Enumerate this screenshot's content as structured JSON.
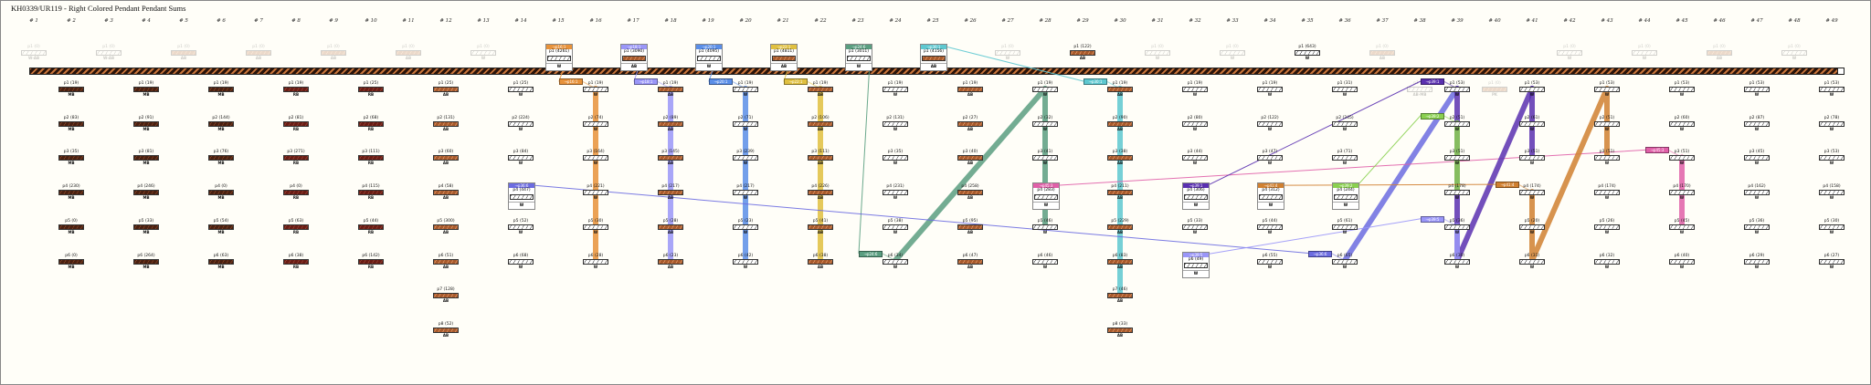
{
  "title": "KH0339/UR119 - Right Colored Pendant Pendant Sums",
  "header_prefix": "#",
  "header_count": 49,
  "colors": {
    "orange": "#e8923a",
    "lavender": "#9a96f8",
    "blue": "#5a8ee8",
    "yellow": "#e0c040",
    "green": "#5a9e80",
    "cyan": "#5ec8d0",
    "violet": "#6c6ce0",
    "pink": "#e060a8",
    "purple": "#5a30b0",
    "lime": "#8ad050",
    "brown": "#d08030"
  },
  "top_pendants": [
    {
      "col": 1,
      "label": "p1 (0)",
      "color": "W",
      "code": "W-AB",
      "faded": true
    },
    {
      "col": 3,
      "label": "p1 (0)",
      "color": "W",
      "code": "W-AB",
      "faded": true
    },
    {
      "col": 5,
      "label": "p1 (0)",
      "color": "AB",
      "code": "AB",
      "faded": true
    },
    {
      "col": 7,
      "label": "p1 (0)",
      "color": "AB",
      "code": "AB",
      "faded": true
    },
    {
      "col": 9,
      "label": "p1 (0)",
      "color": "AB",
      "code": "AB",
      "faded": true
    },
    {
      "col": 11,
      "label": "p1 (0)",
      "color": "AB",
      "code": "AB",
      "faded": true
    },
    {
      "col": 13,
      "label": "p1 (0)",
      "color": "W",
      "code": "W",
      "faded": true
    },
    {
      "col": 27,
      "label": "p1 (0)",
      "color": "W",
      "code": "W",
      "faded": true
    },
    {
      "col": 29,
      "label": "p1 (122)",
      "color": "AB",
      "code": "AB",
      "faded": false
    },
    {
      "col": 31,
      "label": "p1 (0)",
      "color": "W",
      "code": "W",
      "faded": true
    },
    {
      "col": 33,
      "label": "p1 (0)",
      "color": "W",
      "code": "W",
      "faded": true
    },
    {
      "col": 35,
      "label": "p1 (643)",
      "color": "W",
      "code": "W",
      "faded": false
    },
    {
      "col": 37,
      "label": "p1 (0)",
      "color": "AB",
      "code": "AB",
      "faded": true
    },
    {
      "col": 42,
      "label": "p1 (0)",
      "color": "W",
      "code": "W",
      "faded": true
    },
    {
      "col": 44,
      "label": "p1 (0)",
      "color": "W",
      "code": "W",
      "faded": true
    },
    {
      "col": 46,
      "label": "p1 (0)",
      "color": "AB",
      "code": "AB",
      "faded": true
    },
    {
      "col": 48,
      "label": "p1 (0)",
      "color": "W",
      "code": "W",
      "faded": true
    }
  ],
  "columns": [
    {
      "col": 2,
      "color": "MB",
      "values": [
        19,
        83,
        35,
        230,
        0,
        0
      ]
    },
    {
      "col": 4,
      "color": "MB",
      "values": [
        19,
        91,
        81,
        246,
        33,
        264
      ]
    },
    {
      "col": 6,
      "color": "MB",
      "values": [
        19,
        144,
        76,
        0,
        54,
        63
      ]
    },
    {
      "col": 8,
      "color": "RB",
      "values": [
        19,
        81,
        271,
        0,
        63,
        38
      ]
    },
    {
      "col": 10,
      "color": "RB",
      "values": [
        25,
        68,
        111,
        115,
        44,
        142
      ]
    },
    {
      "col": 12,
      "color": "AB",
      "values": [
        25,
        131,
        60,
        58,
        300,
        51,
        128,
        52
      ]
    },
    {
      "col": 14,
      "color": "W",
      "values": [
        25,
        224,
        84,
        447,
        52,
        68
      ]
    },
    {
      "col": 16,
      "color": "W",
      "values": [
        19,
        74,
        164,
        221,
        30,
        28
      ]
    },
    {
      "col": 18,
      "color": "AB",
      "values": [
        19,
        89,
        145,
        217,
        28,
        23
      ]
    },
    {
      "col": 20,
      "color": "W",
      "values": [
        19,
        71,
        239,
        217,
        23,
        42
      ]
    },
    {
      "col": 22,
      "color": "AB",
      "values": [
        19,
        106,
        111,
        226,
        41,
        38
      ]
    },
    {
      "col": 24,
      "color": "W",
      "values": [
        19,
        131,
        35,
        231,
        38,
        34
      ]
    },
    {
      "col": 26,
      "color": "AB",
      "values": [
        19,
        27,
        40,
        258,
        95,
        47
      ]
    },
    {
      "col": 28,
      "color": "W",
      "values": [
        19,
        32,
        41,
        283,
        46,
        46
      ]
    },
    {
      "col": 30,
      "color": "AB",
      "values": [
        19,
        90,
        38,
        211,
        229,
        83,
        46,
        33
      ]
    },
    {
      "col": 32,
      "color": "W",
      "values": [
        19,
        80,
        44,
        306,
        33,
        49
      ]
    },
    {
      "col": 34,
      "color": "W",
      "values": [
        19,
        122,
        47,
        312,
        44,
        55
      ]
    },
    {
      "col": 36,
      "color": "W",
      "values": [
        31,
        245,
        71,
        244,
        61,
        65
      ]
    },
    {
      "col": 39,
      "color": "W",
      "values": [
        53,
        51,
        51,
        178,
        36,
        30
      ]
    },
    {
      "col": 41,
      "color": "W",
      "values": [
        53,
        61,
        51,
        174,
        20,
        31
      ]
    },
    {
      "col": 43,
      "color": "W",
      "values": [
        53,
        51,
        51,
        174,
        26,
        32
      ]
    },
    {
      "col": 45,
      "color": "W",
      "values": [
        53,
        60,
        51,
        170,
        45,
        40
      ]
    },
    {
      "col": 47,
      "color": "W",
      "values": [
        53,
        87,
        45,
        162,
        36,
        29
      ]
    },
    {
      "col": 49,
      "color": "W",
      "values": [
        53,
        78,
        53,
        158,
        30,
        27
      ]
    }
  ],
  "faded_row_pendants": [
    {
      "col": 38,
      "row": 1,
      "label": "p1 (0)",
      "color": "W",
      "code": "AB-MB"
    },
    {
      "col": 40,
      "row": 1,
      "label": "p1 (0)",
      "color": "AB",
      "code": "PK"
    }
  ],
  "sums": [
    {
      "col": 15,
      "row": 0,
      "value": "p1 (4261)",
      "color_code": "W",
      "hue": "orange",
      "tag": "→p16:1",
      "tag_col": 16,
      "tag_row": 1,
      "bands": [
        [
          [
            16,
            1
          ],
          [
            16,
            6
          ]
        ]
      ]
    },
    {
      "col": 17,
      "row": 0,
      "value": "p1 (3090)",
      "color_code": "AB",
      "hue": "lavender",
      "tag": "→p18:1",
      "tag_col": 18,
      "tag_row": 1,
      "bands": [
        [
          [
            18,
            1
          ],
          [
            18,
            6
          ]
        ]
      ]
    },
    {
      "col": 19,
      "row": 0,
      "value": "p1 (4095)",
      "color_code": "W",
      "hue": "blue",
      "tag": "→p20:1",
      "tag_col": 20,
      "tag_row": 1,
      "bands": [
        [
          [
            20,
            1
          ],
          [
            20,
            6
          ]
        ]
      ]
    },
    {
      "col": 21,
      "row": 0,
      "value": "p1 (4811)",
      "color_code": "AB",
      "hue": "yellow",
      "tag": "→p22:1",
      "tag_col": 22,
      "tag_row": 1,
      "bands": [
        [
          [
            22,
            1
          ],
          [
            22,
            6
          ]
        ]
      ]
    },
    {
      "col": 23,
      "row": 0,
      "value": "p1 (3011)",
      "color_code": "W",
      "hue": "green",
      "tag": "→p24:6",
      "tag_col": 24,
      "tag_row": 6,
      "bands": [
        [
          [
            24,
            6
          ],
          [
            28,
            1
          ],
          [
            28,
            5
          ]
        ]
      ]
    },
    {
      "col": 25,
      "row": 0,
      "value": "p1 (4156)",
      "color_code": "AB",
      "hue": "cyan",
      "tag": "→p30:1",
      "tag_col": 30,
      "tag_row": 1,
      "bands": [
        [
          [
            30,
            1
          ],
          [
            30,
            7
          ]
        ]
      ]
    },
    {
      "col": 14,
      "row": 4,
      "value": "p4 (447)",
      "color_code": "W",
      "hue": "violet",
      "tag": "→p36:6",
      "tag_col": 36,
      "tag_row": 6,
      "bands": [
        [
          [
            36,
            6
          ],
          [
            39,
            1
          ]
        ]
      ]
    },
    {
      "col": 28,
      "row": 4,
      "value": "p4 (283)",
      "color_code": "W",
      "hue": "pink",
      "tag": "→p45:3",
      "tag_col": 45,
      "tag_row": 3,
      "bands": [
        [
          [
            45,
            3
          ],
          [
            45,
            5
          ]
        ]
      ]
    },
    {
      "col": 32,
      "row": 4,
      "value": "p4 (306)",
      "color_code": "W",
      "hue": "purple",
      "tag": "→p39:1",
      "tag_col": 39,
      "tag_row": 1,
      "bands": [
        [
          [
            39,
            1
          ],
          [
            39,
            6
          ],
          [
            41,
            1
          ]
        ],
        [
          [
            41,
            1
          ],
          [
            41,
            3
          ]
        ]
      ]
    },
    {
      "col": 32,
      "row": 6,
      "value": "p6 (49)",
      "color_code": "W",
      "hue": "lavender",
      "tag": "→p39:5",
      "tag_col": 39,
      "tag_row": 5,
      "bands": [
        [
          [
            39,
            5
          ],
          [
            39,
            6
          ]
        ]
      ]
    },
    {
      "col": 36,
      "row": 4,
      "value": "p4 (244)",
      "color_code": "W",
      "hue": "lime",
      "tag": "→p39:2",
      "tag_col": 39,
      "tag_row": 2,
      "bands": [
        [
          [
            39,
            2
          ],
          [
            39,
            4
          ]
        ]
      ]
    },
    {
      "col": 34,
      "row": 4,
      "value": "p4 (312)",
      "color_code": "W",
      "hue": "brown",
      "tag": "→p41:4",
      "tag_col": 41,
      "tag_row": 4,
      "bands": [
        [
          [
            41,
            4
          ],
          [
            41,
            6
          ],
          [
            43,
            1
          ],
          [
            43,
            3
          ]
        ]
      ]
    }
  ]
}
